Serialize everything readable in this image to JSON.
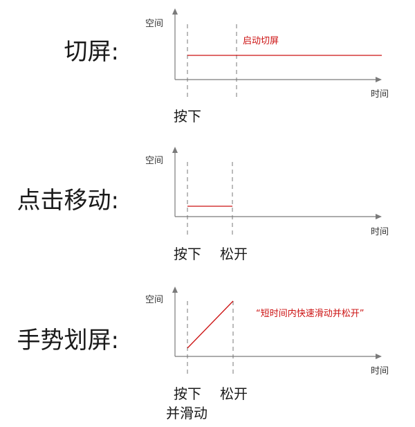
{
  "colors": {
    "signal": "#cc1111",
    "axis": "#7a7a7a",
    "text": "#1a1a1a"
  },
  "panels": [
    {
      "id": "switch-screen",
      "title": "切屏:",
      "y_axis_label": "空间",
      "x_axis_label": "时间",
      "note": "启动切屏",
      "events": [
        "按下"
      ],
      "extra_event_label": ""
    },
    {
      "id": "tap-move",
      "title": "点击移动:",
      "y_axis_label": "空间",
      "x_axis_label": "时间",
      "note": "",
      "events": [
        "按下",
        "松开"
      ],
      "extra_event_label": ""
    },
    {
      "id": "swipe-screen",
      "title": "手势划屏:",
      "y_axis_label": "空间",
      "x_axis_label": "时间",
      "note": "“短时间内快速滑动并松开”",
      "events": [
        "按下",
        "松开"
      ],
      "extra_event_label": "并滑动"
    }
  ]
}
